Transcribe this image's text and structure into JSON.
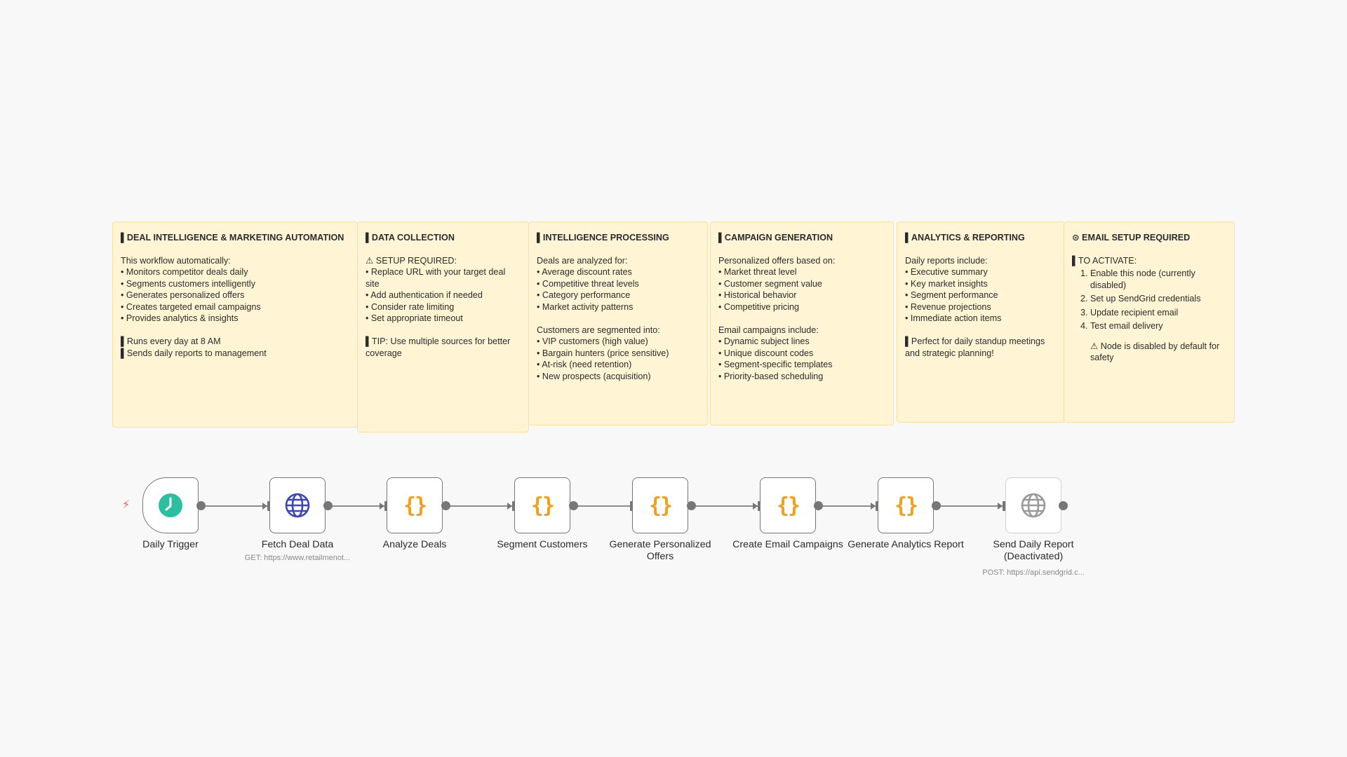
{
  "notes": [
    {
      "title": "▌DEAL INTELLIGENCE & MARKETING AUTOMATION",
      "lines": [
        "This workflow automatically:",
        "• Monitors competitor deals daily",
        "• Segments customers intelligently",
        "• Generates personalized offers",
        "• Creates targeted email campaigns",
        "• Provides analytics & insights",
        "",
        "▌Runs every day at 8 AM",
        "▌Sends daily reports to management"
      ]
    },
    {
      "title": "▌DATA COLLECTION",
      "lines": [
        "⚠ SETUP REQUIRED:",
        "• Replace URL with your target deal site",
        "• Add authentication if needed",
        "• Consider rate limiting",
        "• Set appropriate timeout",
        "",
        "▌TIP: Use multiple sources for better coverage"
      ]
    },
    {
      "title": "▌INTELLIGENCE PROCESSING",
      "lines": [
        "Deals are analyzed for:",
        "• Average discount rates",
        "• Competitive threat levels",
        "• Category performance",
        "• Market activity patterns",
        "",
        "Customers are segmented into:",
        "• VIP customers (high value)",
        "• Bargain hunters (price sensitive)",
        "• At-risk (need retention)",
        "• New prospects (acquisition)"
      ]
    },
    {
      "title": "▌CAMPAIGN GENERATION",
      "lines": [
        "Personalized offers based on:",
        "• Market threat level",
        "• Customer segment value",
        "• Historical behavior",
        "• Competitive pricing",
        "",
        "Email campaigns include:",
        "• Dynamic subject lines",
        "• Unique discount codes",
        "• Segment-specific templates",
        "• Priority-based scheduling"
      ]
    },
    {
      "title": "▌ANALYTICS & REPORTING",
      "lines": [
        "Daily reports include:",
        "• Executive summary",
        "• Key market insights",
        "• Segment performance",
        "• Revenue projections",
        "• Immediate action items",
        "",
        "▌Perfect for daily standup meetings and strategic planning!"
      ]
    },
    {
      "title": "⊙ EMAIL SETUP REQUIRED",
      "lines": [
        "▌TO ACTIVATE:"
      ],
      "steps": [
        "Enable this node (currently disabled)",
        "Set up SendGrid credentials",
        "Update recipient email",
        "Test email delivery"
      ],
      "footer": "⚠ Node is disabled by default for safety"
    }
  ],
  "nodes": [
    {
      "label": "Daily Trigger",
      "icon": "clock-icon"
    },
    {
      "label": "Fetch Deal Data",
      "icon": "globe-icon",
      "sub": "GET: https://www.retailmenot..."
    },
    {
      "label": "Analyze Deals",
      "icon": "code-braces-icon"
    },
    {
      "label": "Segment Customers",
      "icon": "code-braces-icon"
    },
    {
      "label": "Generate Personalized Offers",
      "icon": "code-braces-icon"
    },
    {
      "label": "Create Email Campaigns",
      "icon": "code-braces-icon"
    },
    {
      "label": "Generate Analytics Report",
      "icon": "code-braces-icon"
    },
    {
      "label": "Send Daily Report (Deactivated)",
      "icon": "globe-icon",
      "sub": "POST: https://api.sendgrid.c...",
      "disabled": true
    }
  ],
  "brace_glyph": "{}",
  "colors": {
    "note_bg": "#fff4d4",
    "clock": "#2bbfa0",
    "globe": "#3a47b8",
    "globe_disabled": "#9a9a9a",
    "brace": "#f0a020",
    "trigger_bolt": "#ff5a5a"
  }
}
